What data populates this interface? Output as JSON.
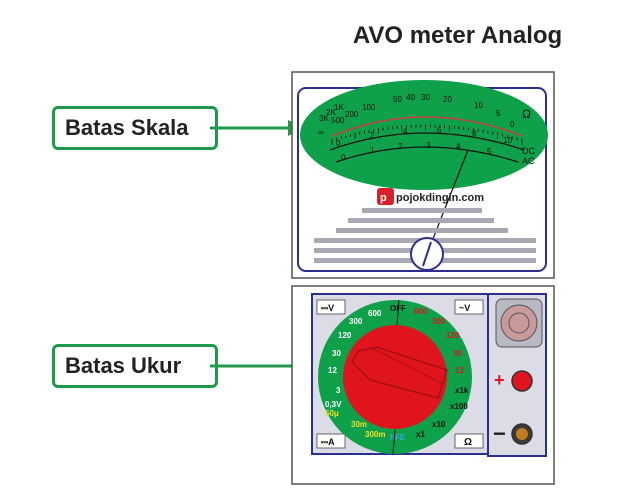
{
  "title": "AVO meter Analog",
  "callouts": {
    "scale_limit": "Batas Skala",
    "measure_limit": "Batas Ukur"
  },
  "watermark": "pojokdingin.com",
  "scale": {
    "ohm_ticks": [
      "1K",
      "500",
      "200",
      "100",
      "50",
      "40",
      "30",
      "20",
      "10",
      "5",
      "0"
    ],
    "ohm_left": [
      "3K",
      "2K",
      "∞"
    ],
    "dc_ticks": [
      "0",
      "2",
      "4",
      "6",
      "8",
      "10"
    ],
    "ac_ticks": [
      "0",
      "1",
      "2",
      "3",
      "4",
      "5"
    ],
    "dc_label": "DC",
    "ac_label": "AC",
    "ohm_symbol": "Ω"
  },
  "dial": {
    "dcv_label": "⎓V",
    "acv_label": "~V",
    "dca_label": "⎓A",
    "ohm_label": "Ω",
    "off_label": "OFF",
    "dcv": [
      "600",
      "300",
      "120",
      "30",
      "12",
      "3",
      "0,3V"
    ],
    "dca_yellow": [
      "50μ",
      "30m",
      "300m"
    ],
    "dca_blue": "hFE",
    "acv": [
      "600",
      "300",
      "120",
      "30",
      "12"
    ],
    "ohm": [
      "x1k",
      "x100",
      "x10",
      "x1"
    ]
  },
  "jacks": {
    "plus": "+",
    "minus": "−"
  },
  "colors": {
    "green": "#0fa04a",
    "callout_border": "#1f9a4a",
    "frame": "#2b2f8f",
    "red": "#e0141c",
    "panel": "#dcdce6"
  }
}
